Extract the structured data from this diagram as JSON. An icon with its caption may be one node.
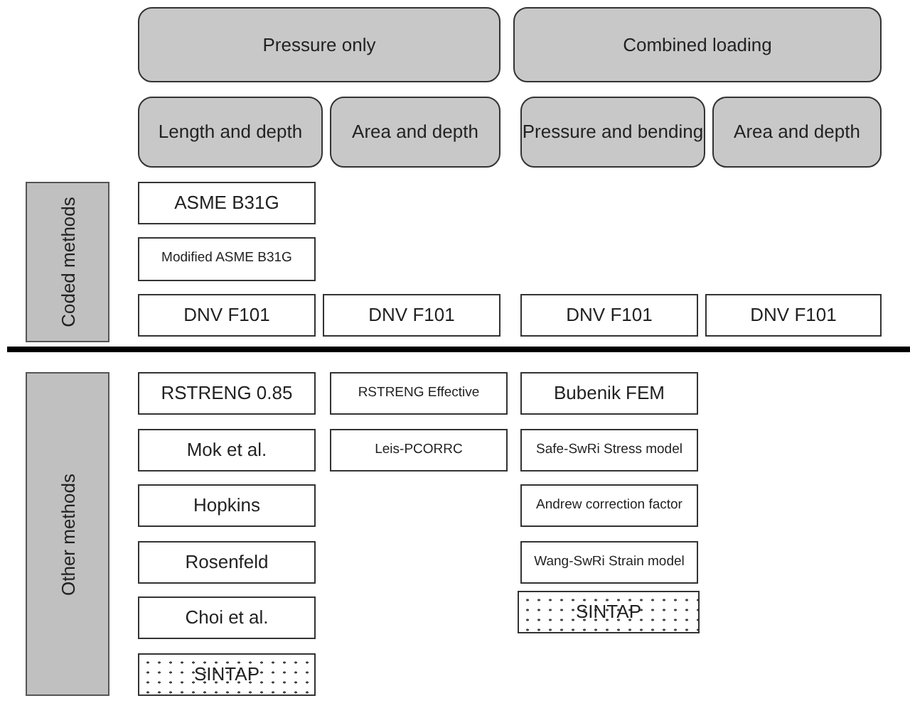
{
  "diagram": {
    "nodes": [
      {
        "text": [
          "Pressure only"
        ]
      },
      {
        "text": [
          "Combined loading"
        ]
      },
      {
        "text": [
          "Length and depth"
        ]
      },
      {
        "text": [
          "Area and depth"
        ]
      },
      {
        "text": [
          "Pressure and bending"
        ]
      },
      {
        "text": [
          "Area and depth"
        ]
      },
      {
        "text": [
          "Coded methods"
        ]
      },
      {
        "text": [
          "ASME B31G"
        ]
      },
      {
        "text": [
          "Modified ASME B31G"
        ]
      },
      {
        "text": [
          "DNV F101"
        ]
      },
      {
        "text": [
          "DNV F101"
        ]
      },
      {
        "text": [
          "DNV F101"
        ]
      },
      {
        "text": [
          "DNV F101"
        ]
      },
      {
        "text": [
          "Other methods"
        ]
      },
      {
        "text": [
          "RSTRENG 0.85"
        ]
      },
      {
        "text": [
          "RSTRENG Effective"
        ]
      },
      {
        "text": [
          "Bubenik FEM"
        ]
      },
      {
        "text": [
          "Mok et al."
        ]
      },
      {
        "text": [
          "Leis-PCORRC"
        ]
      },
      {
        "text": [
          "Safe-SwRi Stress model"
        ]
      },
      {
        "text": [
          "Hopkins"
        ]
      },
      {
        "text": [
          "Andrew correction factor"
        ]
      },
      {
        "text": [
          "Rosenfeld"
        ]
      },
      {
        "text": [
          "Wang-SwRi Strain model"
        ]
      },
      {
        "text": [
          "Choi et al."
        ]
      },
      {
        "text": [
          "SINTAP"
        ]
      },
      {
        "text": [
          "SINTAP"
        ]
      }
    ]
  }
}
